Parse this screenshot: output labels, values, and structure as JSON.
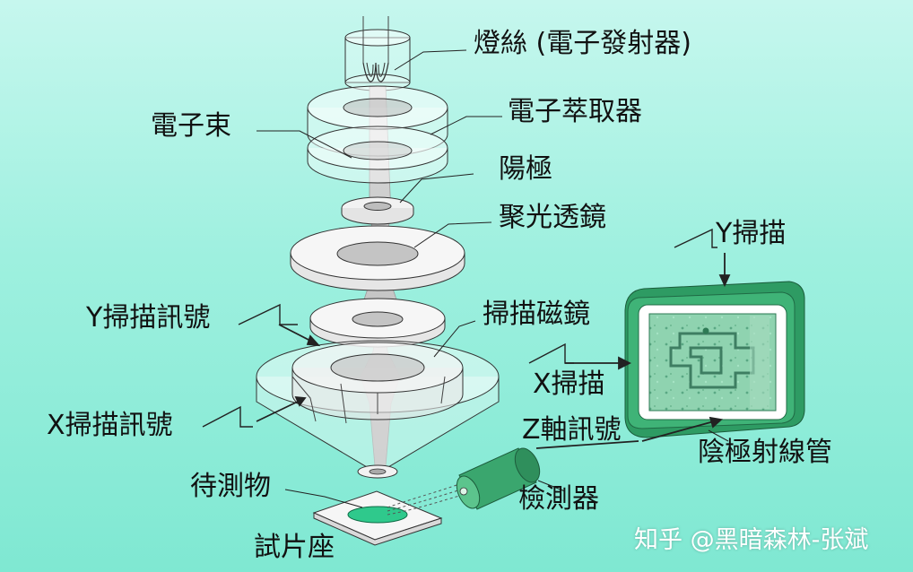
{
  "colors": {
    "background": "#9ef0df",
    "beam": "#bfbfbf",
    "crt_frame": "#2e9b63",
    "crt_screen": "#7ec9a2",
    "detector": "#3aa66e",
    "specimen": "#2fc98c"
  },
  "labels": {
    "filament": "燈絲 (電子發射器)",
    "extractor": "電子萃取器",
    "electron_beam": "電子束",
    "anode": "陽極",
    "condenser_lens": "聚光透鏡",
    "y_scan_signal": "Y掃描訊號",
    "scan_coil": "掃描磁鏡",
    "x_scan_signal": "X掃描訊號",
    "specimen": "待測物",
    "specimen_stage": "試片座",
    "y_scan": "Y掃描",
    "x_scan": "X掃描",
    "z_axis_signal": "Z軸訊號",
    "crt": "陰極射線管",
    "detector": "檢測器"
  },
  "watermark": "知乎 @黑暗森林-张斌"
}
